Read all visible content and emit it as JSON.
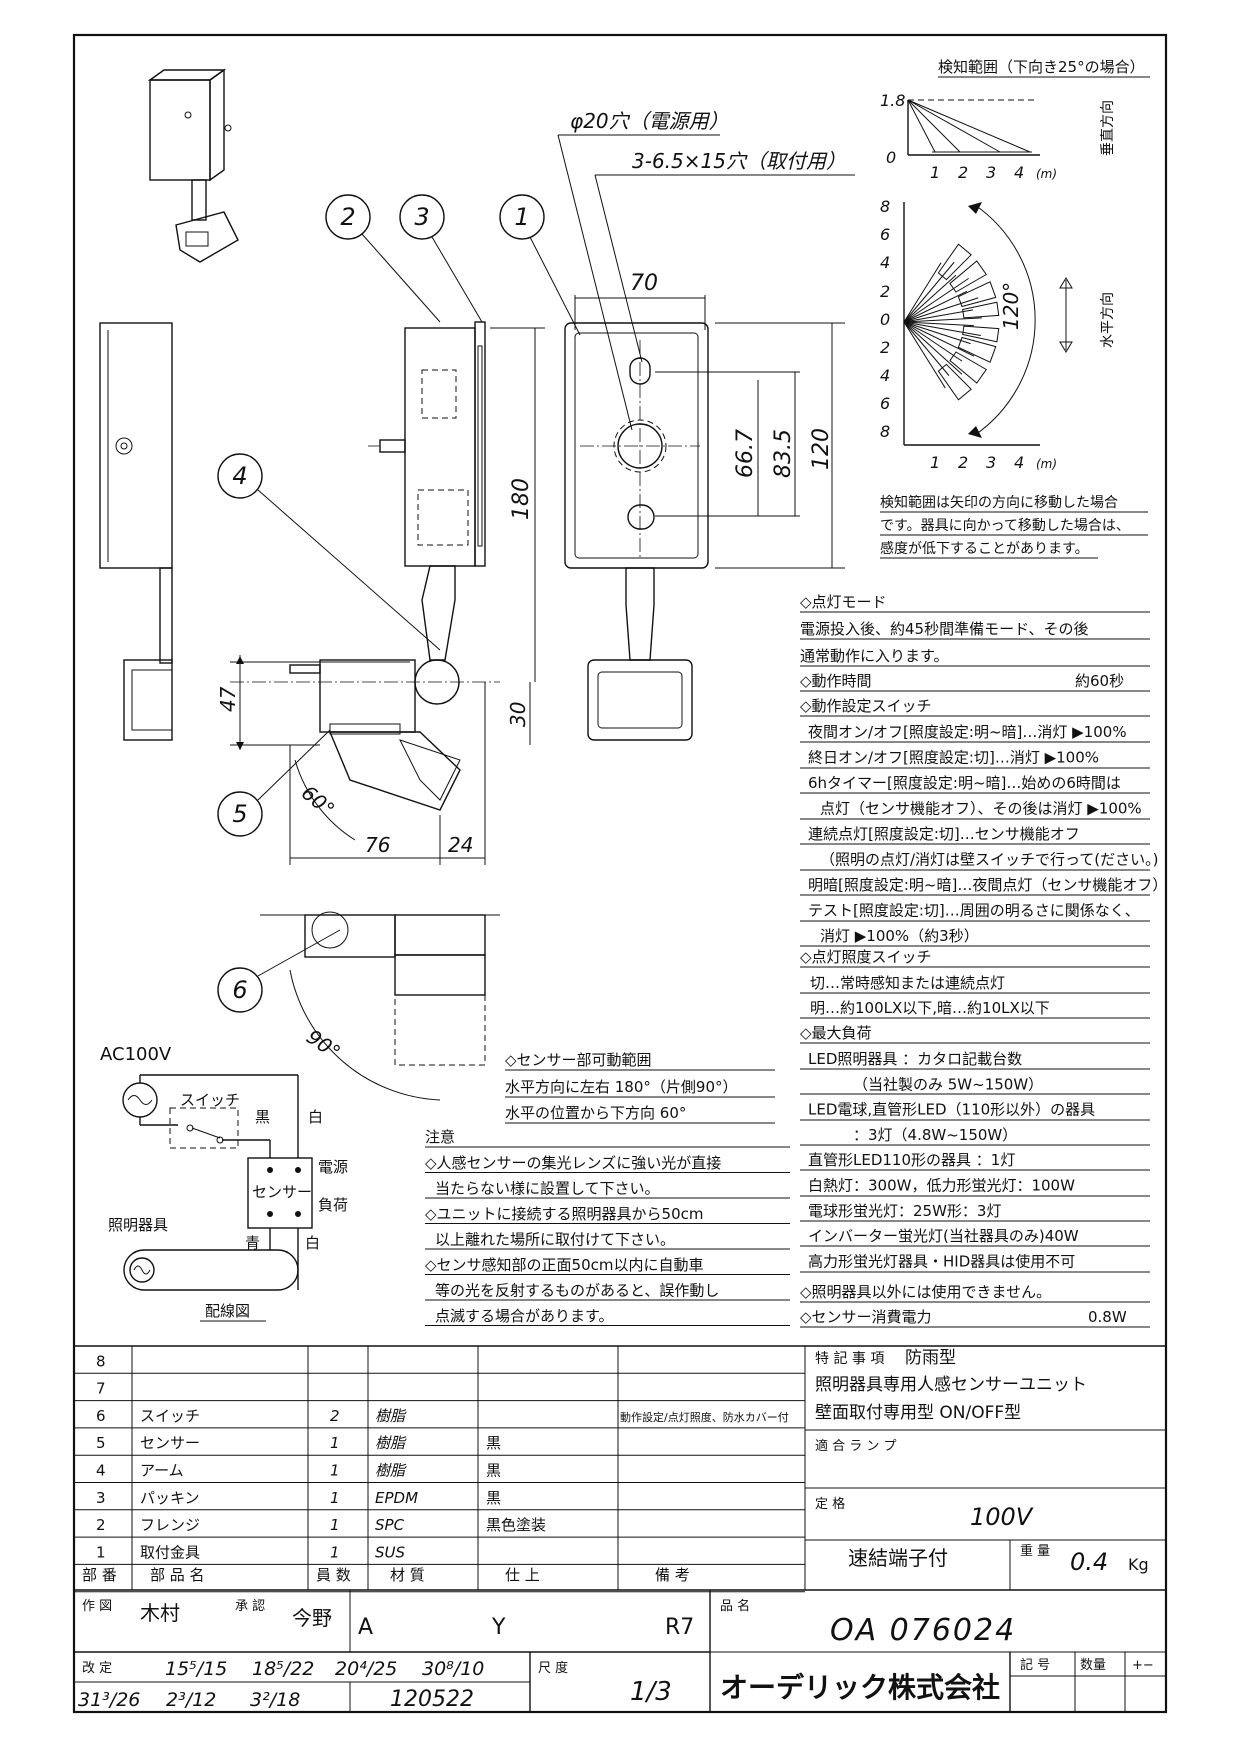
{
  "detection_range": {
    "title": "検知範囲（下向き25°の場合）",
    "vertical_label": "垂直方向",
    "horizontal_label": "水平方向",
    "v_y_ticks": [
      "1.8",
      "0"
    ],
    "h_y_ticks": [
      "8",
      "6",
      "4",
      "2",
      "0",
      "2",
      "4",
      "6",
      "8"
    ],
    "x_ticks": [
      "1",
      "2",
      "3",
      "4"
    ],
    "x_unit": "(m)",
    "angle": "120°",
    "note": [
      "検知範囲は矢印の方向に移動した場合",
      "です。器具に向かって移動した場合は、",
      "感度が低下することがあります。"
    ]
  },
  "drawing": {
    "hole_power": "φ20穴（電源用）",
    "hole_mount": "3-6.5×15穴（取付用）",
    "dims": {
      "w70": "70",
      "h180": "180",
      "h120": "120",
      "h835": "83.5",
      "h667": "66.7",
      "d47": "47",
      "d30": "30",
      "d76": "76",
      "d24": "24",
      "a60": "60°",
      "a90": "90°"
    },
    "balloons": [
      "1",
      "2",
      "3",
      "4",
      "5",
      "6"
    ]
  },
  "spec": {
    "lighting_mode_h": "◇点灯モード",
    "lighting_mode": [
      "電源投入後、約45秒間準備モード、その後",
      "通常動作に入ります。"
    ],
    "op_time_h": "◇動作時間",
    "op_time_val": "約60秒",
    "switch_h": "◇動作設定スイッチ",
    "switch_lines": [
      "夜間オン/オフ[照度設定:明~暗]…消灯 ▶100%",
      "終日オン/オフ[照度設定:切]…消灯 ▶100%",
      "6hタイマー[照度設定:明~暗]…始めの6時間は",
      "点灯（センサ機能オフ）、その後は消灯 ▶100%",
      "連続点灯[照度設定:切]…センサ機能オフ",
      "（照明の点灯/消灯は壁スイッチで行って(ださい。)",
      "明暗[照度設定:明~暗]…夜間点灯（センサ機能オフ）",
      "テスト[照度設定:切]…周囲の明るさに関係なく、",
      "消灯 ▶100%（約3秒）"
    ],
    "illum_h": "◇点灯照度スイッチ",
    "illum_lines": [
      "切…常時感知または連続点灯",
      "明…約100LX以下,暗…約10LX以下"
    ],
    "load_h": "◇最大負荷",
    "load_lines": [
      "LED照明器具 ：カタロ記載台数",
      "（当社製のみ 5W~150W）",
      "LED電球,直管形LED（110形以外）の器具",
      "：3灯（4.8W~150W）",
      "直管形LED110形の器具 ：1灯",
      "白熱灯：300W，低力形蛍光灯：100W",
      "電球形蛍光灯：25W形：3灯",
      "インバーター蛍光灯(当社器具のみ)40W",
      "高力形蛍光灯器具・HID器具は使用不可"
    ],
    "only_lighting": "◇照明器具以外には使用できません。",
    "consumption_h": "◇センサー消費電力",
    "consumption_val": "0.8W"
  },
  "movable": {
    "h": "◇センサー部可動範囲",
    "lines": [
      "水平方向に左右 180°（片側90°）",
      "水平の位置から下方向 60°"
    ]
  },
  "caution": {
    "h": "注意",
    "lines": [
      "◇人感センサーの集光レンズに強い光が直接",
      "当たらない様に設置して下さい。",
      "◇ユニットに接続する照明器具から50cm",
      "以上離れた場所に取付けて下さい。",
      "◇センサ感知部の正面50cm以内に自動車",
      "等の光を反射するものがあると、誤作動し",
      "点滅する場合があります。"
    ]
  },
  "wiring": {
    "ac": "AC100V",
    "switch": "スイッチ",
    "black": "黒",
    "white1": "白",
    "sensor": "センサー",
    "power": "電源",
    "load": "負荷",
    "fixture": "照明器具",
    "blue": "青",
    "white2": "白",
    "caption": "配線図"
  },
  "parts": {
    "rows": [
      {
        "no": "8",
        "name": "",
        "qty": "",
        "mat": "",
        "finish": "",
        "note": ""
      },
      {
        "no": "7",
        "name": "",
        "qty": "",
        "mat": "",
        "finish": "",
        "note": ""
      },
      {
        "no": "6",
        "name": "スイッチ",
        "qty": "2",
        "mat": "樹脂",
        "finish": "",
        "note": "動作設定/点灯照度、防水カバー付"
      },
      {
        "no": "5",
        "name": "センサー",
        "qty": "1",
        "mat": "樹脂",
        "finish": "黒",
        "note": ""
      },
      {
        "no": "4",
        "name": "アーム",
        "qty": "1",
        "mat": "樹脂",
        "finish": "黒",
        "note": ""
      },
      {
        "no": "3",
        "name": "パッキン",
        "qty": "1",
        "mat": "EPDM",
        "finish": "黒",
        "note": ""
      },
      {
        "no": "2",
        "name": "フレンジ",
        "qty": "1",
        "mat": "SPC",
        "finish": "黒色塗装",
        "note": ""
      },
      {
        "no": "1",
        "name": "取付金具",
        "qty": "1",
        "mat": "SUS",
        "finish": "",
        "note": ""
      }
    ],
    "header": {
      "no": "部 番",
      "name": "部 品 名",
      "qty": "員 数",
      "mat": "材 質",
      "finish": "仕 上",
      "note": "備 考"
    }
  },
  "titleblock": {
    "special_h": "特 記 事 項",
    "special_v": "防雨型",
    "desc1": "照明器具専用人感センサーユニット",
    "desc2": "壁面取付専用型 ON/OFF型",
    "lamp_h": "適 合 ラ ン プ",
    "rating_h": "定 格",
    "rating_v": "100V",
    "terminal": "速結端子付",
    "weight_h": "重 量",
    "weight_v": "0.4",
    "weight_u": "Kg",
    "drawn_h": "作 図",
    "drawn_v": "木村",
    "approved_h": "承 認",
    "approved_v": "今野",
    "rev_a": "A",
    "rev_y": "Y",
    "rev_r": "R7",
    "product_h": "品 名",
    "product_v": "OA 076024",
    "revise_h": "改 定",
    "rev_dates1": [
      "15⁵/15",
      "18⁵/22",
      "20⁴/25",
      "30⁸/10"
    ],
    "rev_dates2": [
      "31³/26",
      "2³/12",
      "3²/18"
    ],
    "drawing_no": "120522",
    "scale_h": "尺 度",
    "scale_v": "1/3",
    "company": "オーデリック株式会社",
    "mark_h": "記 号",
    "qty_h": "数量",
    "plus_minus": "+−"
  }
}
